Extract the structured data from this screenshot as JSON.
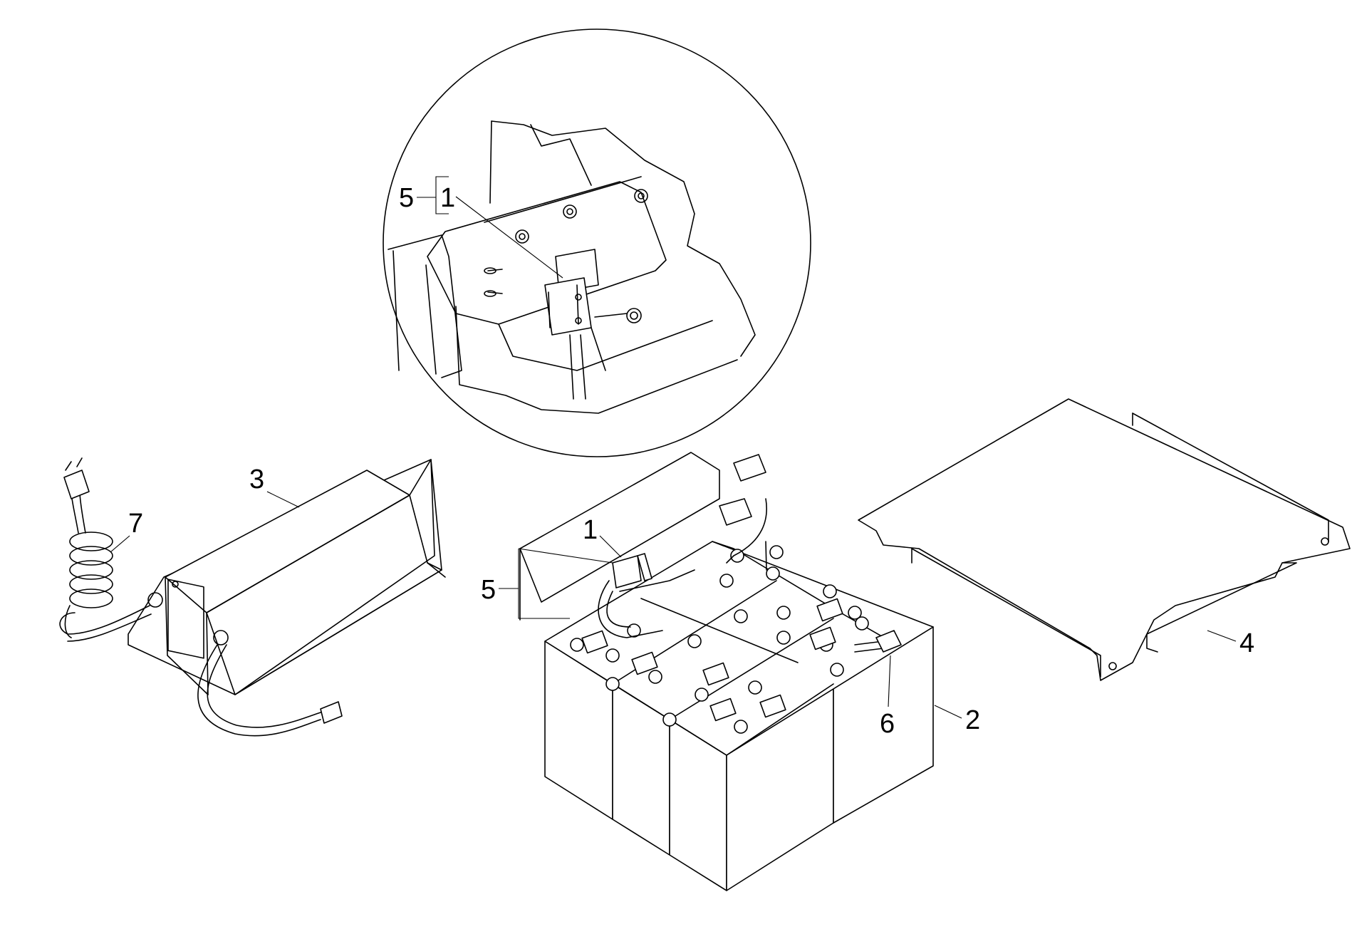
{
  "callouts": {
    "detail_5": "5",
    "detail_1": "1",
    "battery_1": "1",
    "battery_5": "5",
    "tray_2": "2",
    "charger_3": "3",
    "plate_4": "4",
    "lead_6": "6",
    "cord_7": "7"
  }
}
